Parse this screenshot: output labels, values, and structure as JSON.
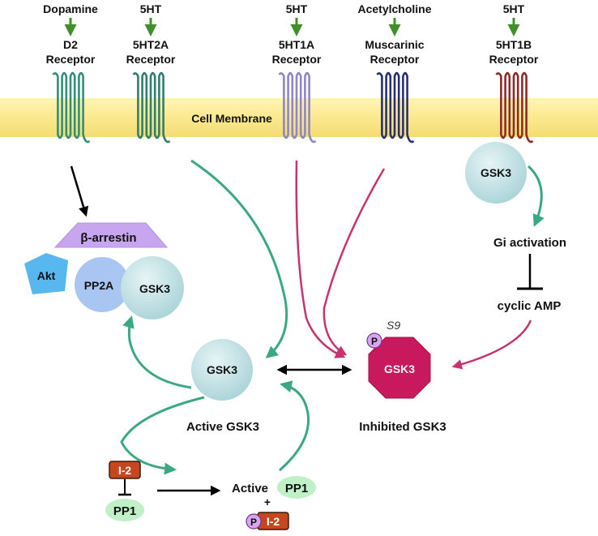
{
  "receptors": [
    {
      "ligand": "Dopamine",
      "line1": "D2",
      "line2": "Receptor",
      "color": "#2f8f7a"
    },
    {
      "ligand": "5HT",
      "line1": "5HT2A",
      "line2": "Receptor",
      "color": "#2f7f6e"
    },
    {
      "ligand": "5HT",
      "line1": "5HT1A",
      "line2": "Receptor",
      "color": "#8f86c8"
    },
    {
      "ligand": "Acetylcholine",
      "line1": "Muscarinic",
      "line2": "Receptor",
      "color": "#2a2f72"
    },
    {
      "ligand": "5HT",
      "line1": "5HT1B",
      "line2": "Receptor",
      "color": "#8e2a2a"
    }
  ],
  "membrane_label": "Cell Membrane",
  "complex": {
    "arrestin": "β-arrestin",
    "akt": "Akt",
    "pp2a": "PP2A",
    "gsk3": "GSK3"
  },
  "gsk3_1b": "GSK3",
  "gi_activation": "Gi activation",
  "cyclic_amp": "cyclic AMP",
  "active_gsk3": {
    "node": "GSK3",
    "caption": "Active GSK3"
  },
  "inhibited_gsk3": {
    "node": "GSK3",
    "caption": "Inhibited GSK3",
    "site": "S9",
    "phospho": "P"
  },
  "i2": "I-2",
  "pp1": "PP1",
  "active_pp1": {
    "prefix": "Active",
    "pp1": "PP1",
    "plus": "+",
    "phospho": "P",
    "i2": "I-2"
  },
  "colors": {
    "membrane": "#fbe98f",
    "teal_arrow": "#3aa883",
    "magenta_arrow": "#c8336f",
    "green_arrow": "#3f8f2a",
    "gsk3_fill": "#bfe0e4",
    "inhibited_fill": "#c8195f",
    "arrestin_fill": "#c7a6ef",
    "akt_fill": "#59b7f0",
    "pp2a_fill": "#a9c6f2",
    "pp1_fill": "#bff0c8",
    "i2_fill": "#c5461f"
  }
}
